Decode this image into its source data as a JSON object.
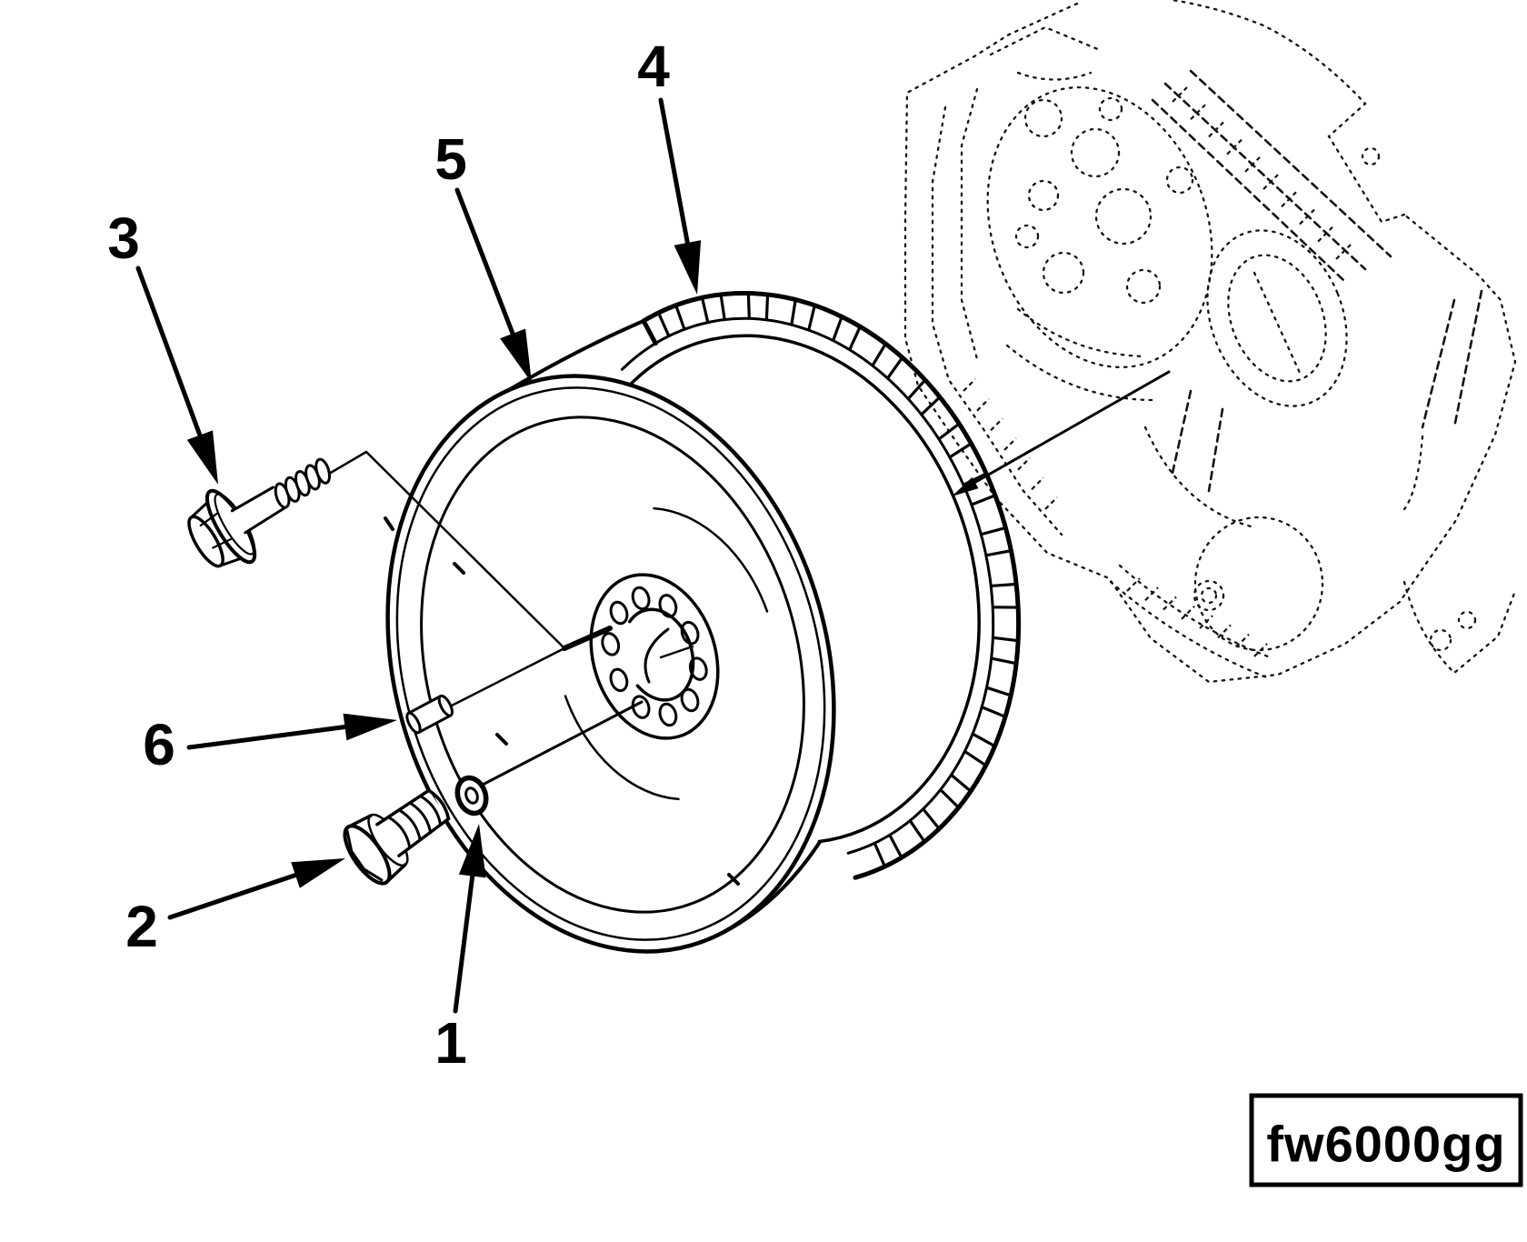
{
  "figure": {
    "background": "#ffffff",
    "line_color": "#000000"
  },
  "callouts": {
    "c1": {
      "label": "1"
    },
    "c2": {
      "label": "2"
    },
    "c3": {
      "label": "3"
    },
    "c4": {
      "label": "4"
    },
    "c5": {
      "label": "5"
    },
    "c6": {
      "label": "6"
    }
  },
  "caption": {
    "code": "fw6000gg"
  }
}
